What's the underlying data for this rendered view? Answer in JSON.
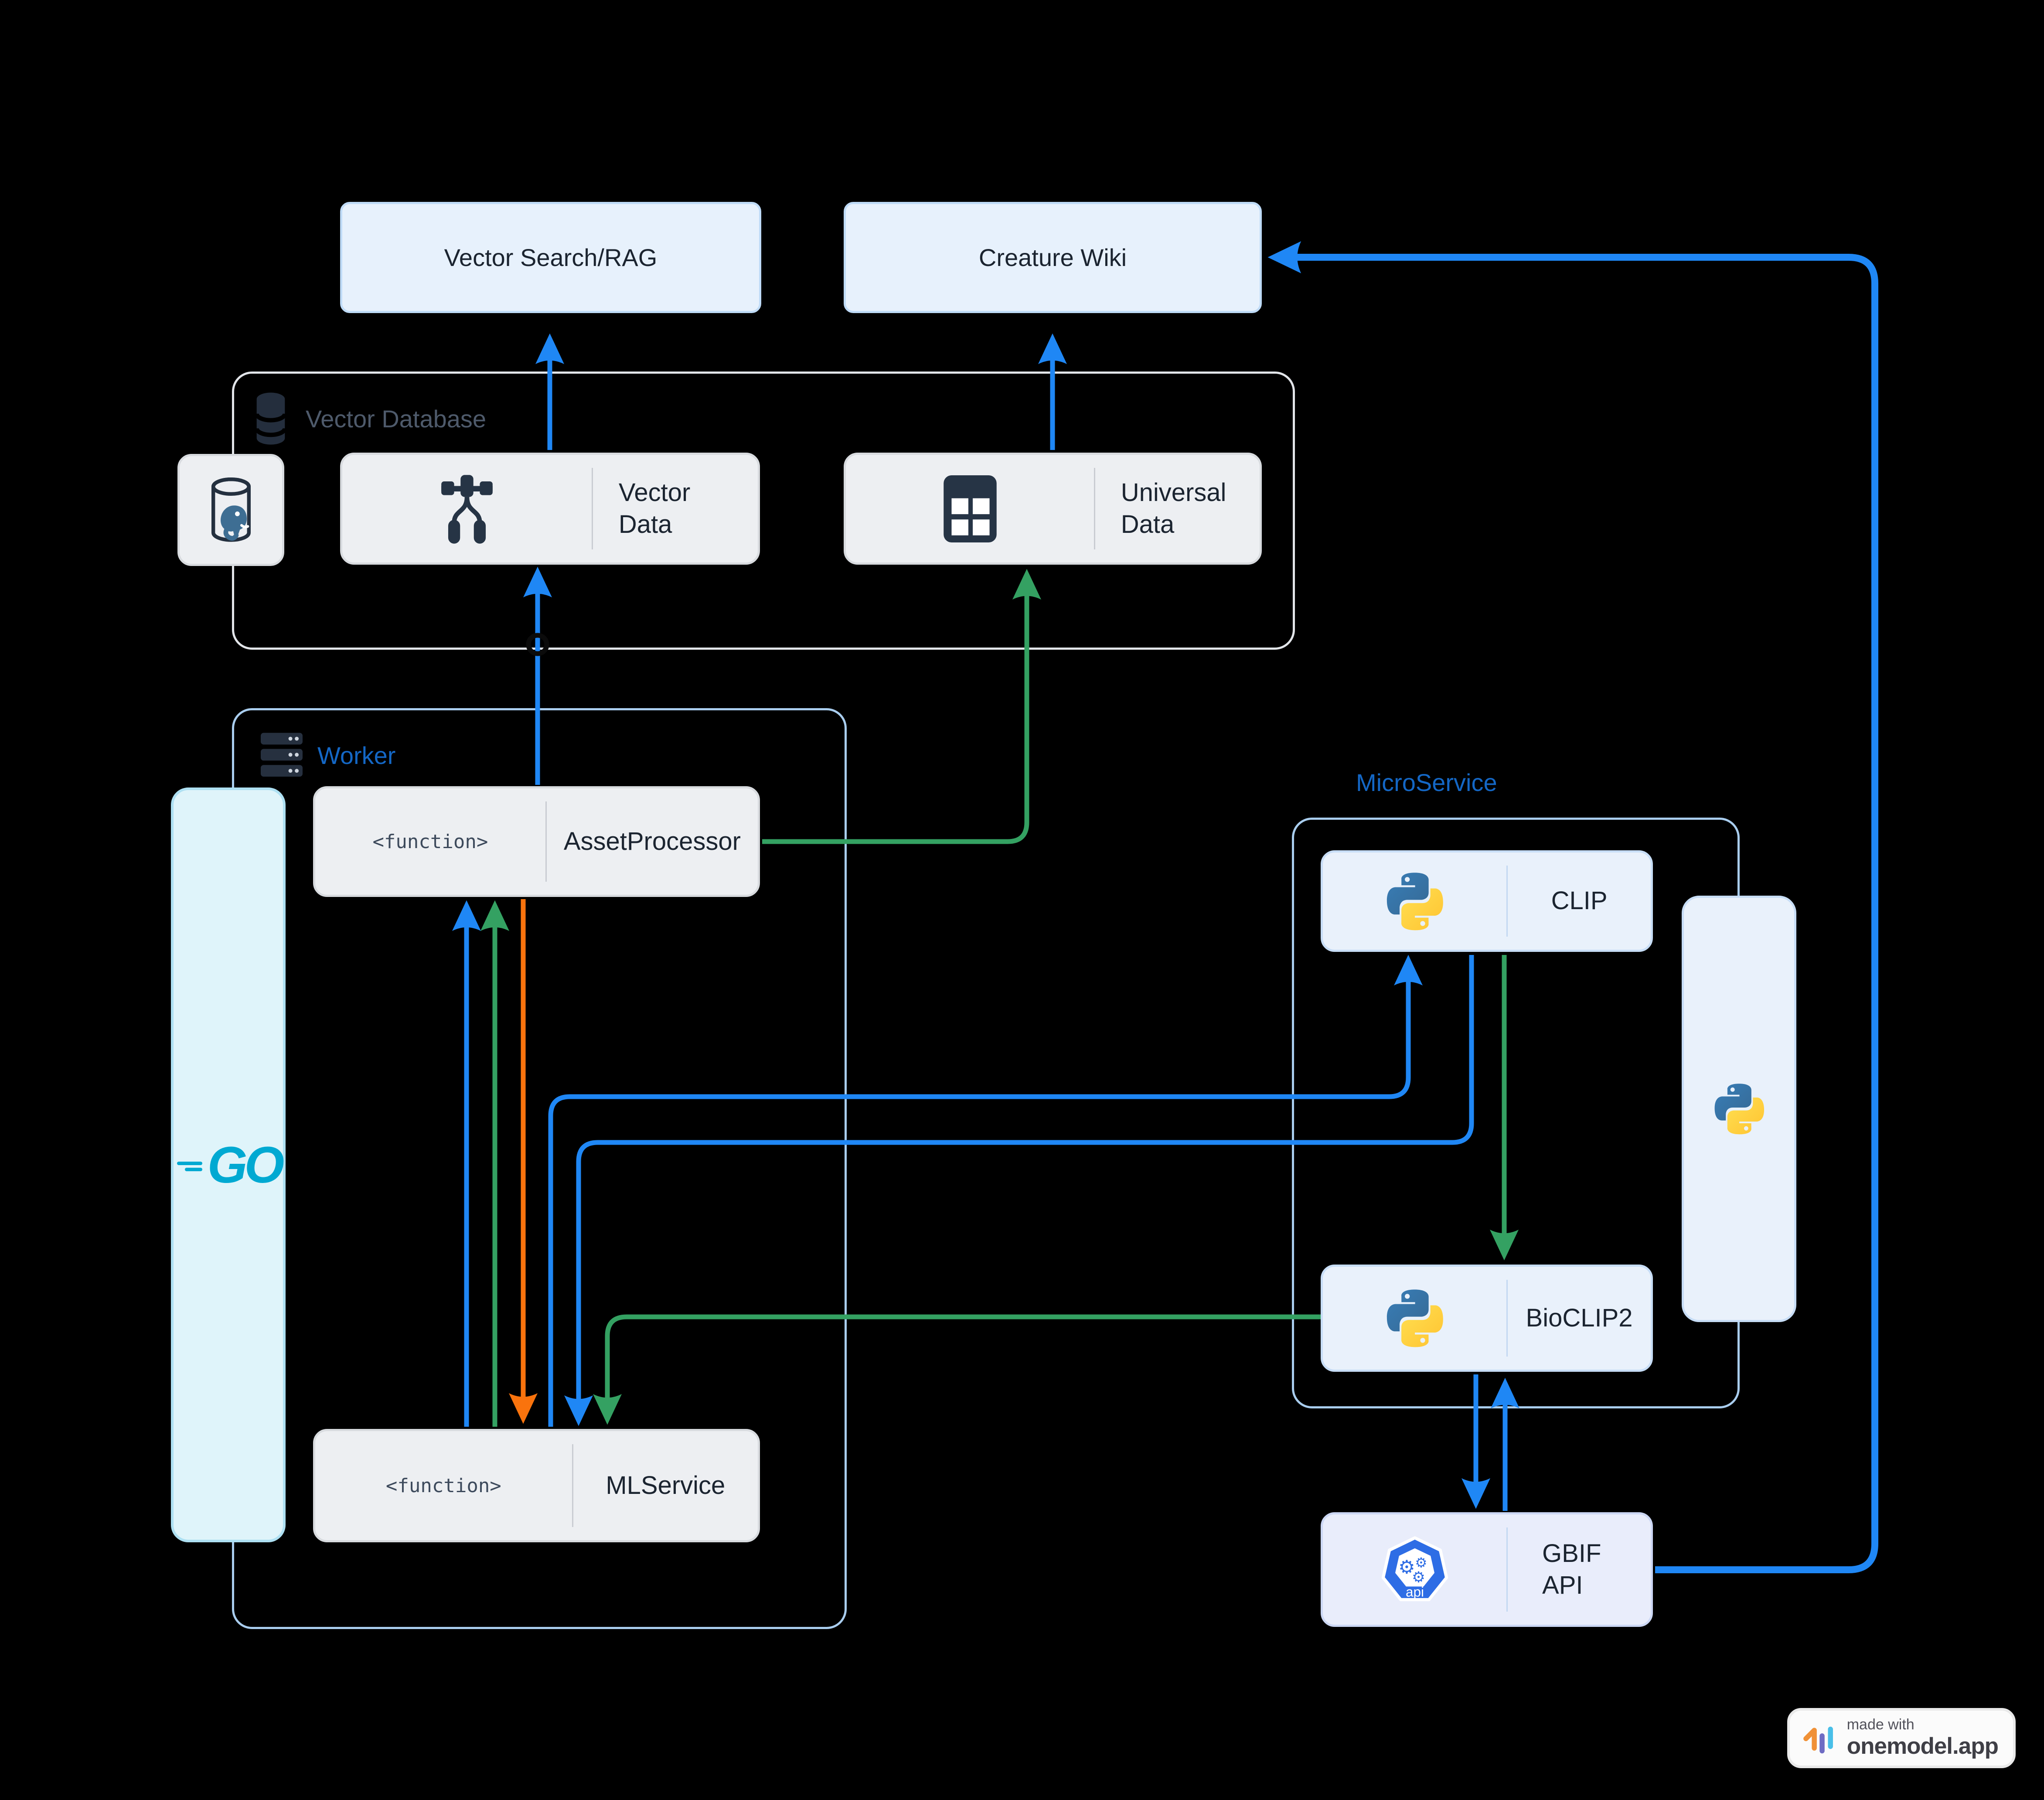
{
  "colors": {
    "background": "#000000",
    "flow_blue": "#1f87f5",
    "flow_green": "#34a162",
    "flow_orange": "#f9730d",
    "container_blue_border": "#a9cdee",
    "label_blue": "#1467c5",
    "label_gray": "#4e5a6b",
    "box_blue_fill": "#e7f1fc",
    "box_blue_border": "#bfdbf7",
    "box_gray_fill": "#edeff2",
    "box_gray_border": "#d8dbdf",
    "box_lightblue_fill": "#e9f1fb",
    "box_lightblue_border": "#c7ddf6",
    "box_cyan_fill": "#dff4fa",
    "box_cyan_border": "#aee0f2",
    "text_dark": "#1b2430"
  },
  "nodes": {
    "vector_search_rag": {
      "label": "Vector Search/RAG"
    },
    "creature_wiki": {
      "label": "Creature Wiki"
    },
    "vector_database": {
      "label": "Vector Database"
    },
    "vector_data": {
      "label": "Vector Data"
    },
    "universal_data": {
      "label": "Universal Data"
    },
    "worker": {
      "label": "Worker"
    },
    "go_runtime": {
      "logo_text": "GO"
    },
    "asset_processor": {
      "tag": "<function>",
      "label": "AssetProcessor"
    },
    "ml_service": {
      "tag": "<function>",
      "label": "MLService"
    },
    "microservice": {
      "label": "MicroService"
    },
    "clip": {
      "label": "CLIP"
    },
    "bioclip2": {
      "label": "BioCLIP2"
    },
    "gbif_api": {
      "label": "GBIF API",
      "icon_text": "api"
    }
  },
  "badge": {
    "made_with": "made with",
    "brand": "onemodel.app"
  }
}
